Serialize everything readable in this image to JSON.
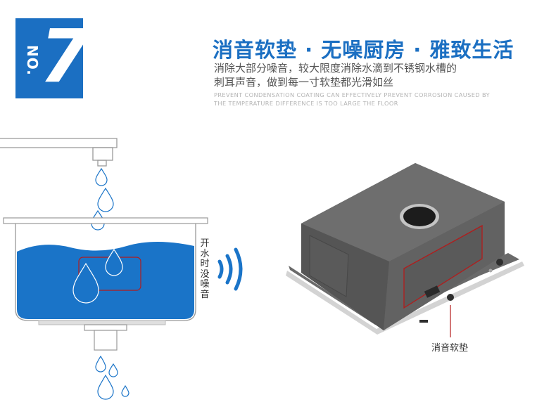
{
  "badge": {
    "prefix": "NO.",
    "number": "7",
    "color": "#1b6fc2"
  },
  "title": "消音软垫 · 无噪厨房 · 雅致生活",
  "subtitle": [
    "消除大部分噪音，较大限度消除水滴到不锈钢水槽的",
    "刺耳声音，做到每一寸软垫都光滑如丝"
  ],
  "english": [
    "PREVENT CONDENSATION COATING CAN EFFECTIVELY PREVENT CORROSION CAUSED BY",
    "THE TEMPERATURE DIFFERENCE IS TOO LARGE THE FLOOR"
  ],
  "noise_label": "开水时没噪音",
  "pad_label": "消音软垫",
  "colors": {
    "accent": "#1b6fc2",
    "water": "#1a74c8",
    "highlight_frame": "#b31b1b"
  }
}
